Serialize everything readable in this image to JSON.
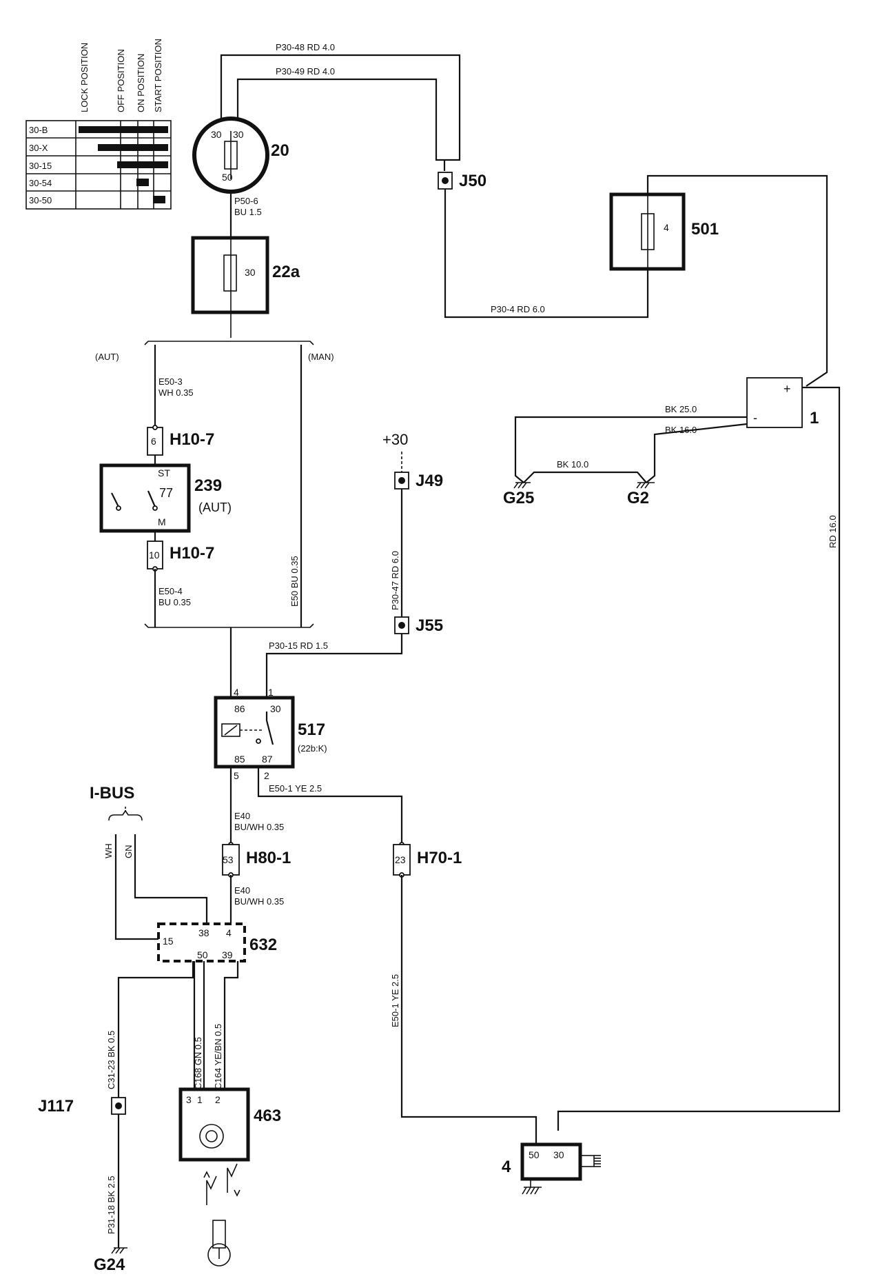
{
  "switch_table": {
    "headers": [
      "LOCK POSITION",
      "OFF POSITION",
      "ON POSITION",
      "START POSITION"
    ],
    "rows": [
      "30-B",
      "30-X",
      "30-15",
      "30-54",
      "30-50"
    ]
  },
  "components": {
    "c20": {
      "id": "20",
      "pins": [
        "30",
        "30",
        "50"
      ]
    },
    "c22a": {
      "id": "22a",
      "pin": "30"
    },
    "c501": {
      "id": "501",
      "pin": "4"
    },
    "c1": {
      "id": "1",
      "plus": "+",
      "minus": "-"
    },
    "c239": {
      "id": "239",
      "sub": "(AUT)",
      "pins": [
        "ST",
        "77",
        "M"
      ]
    },
    "c517": {
      "id": "517",
      "sub": "(22b:K)",
      "pins_in": [
        "86",
        "30",
        "85",
        "87"
      ],
      "pins_out": [
        "4",
        "1",
        "5",
        "2"
      ]
    },
    "c632": {
      "id": "632",
      "pins": [
        "15",
        "38",
        "4",
        "50",
        "39"
      ]
    },
    "c463": {
      "id": "463",
      "pins": [
        "3",
        "1",
        "2"
      ]
    },
    "c4": {
      "id": "4",
      "pins": [
        "50",
        "30"
      ]
    }
  },
  "connectors": {
    "h10_7a": {
      "id": "H10-7",
      "pin": "6"
    },
    "h10_7b": {
      "id": "H10-7",
      "pin": "10"
    },
    "h80_1": {
      "id": "H80-1",
      "pin": "53"
    },
    "h70_1": {
      "id": "H70-1",
      "pin": "23"
    }
  },
  "junctions": [
    "J50",
    "J49",
    "J55",
    "J117"
  ],
  "grounds": [
    "G25",
    "G2",
    "G24"
  ],
  "labels": {
    "aut": "(AUT)",
    "man": "(MAN)",
    "plus30": "+30",
    "ibus": "I-BUS"
  },
  "wires": {
    "p30_48": "P30-48   RD  4.0",
    "p30_49": "P30-49   RD  4.0",
    "p50_6a": "P50-6",
    "p50_6b": "BU  1.5",
    "p30_4": "P30-4   RD  6.0",
    "bk25": "BK  25.0",
    "bk16": "BK  16.0",
    "bk10": "BK  10.0",
    "rd16": "RD  16.0",
    "e50_3a": "E50-3",
    "e50_3b": "WH 0.35",
    "e50_4a": "E50-4",
    "e50_4b": "BU  0.35",
    "e50_man": "E50   BU  0.35",
    "p30_47": "P30-47    RD  6.0",
    "p30_15": "P30-15    RD  1.5",
    "e50_1": "E50-1    YE  2.5",
    "e40a_1": "E40",
    "e40a_2": "BU/WH 0.35",
    "e40b_1": "E40",
    "e40b_2": "BU/WH 0.35",
    "wh": "WH",
    "gn": "GN",
    "c31_23": "C31-23     BK  0.5",
    "p31_18": "P31-18     BK  2.5",
    "c168": "C168   GN  0.5",
    "c164": "C164   YE/BN  0.5",
    "e50_1v": "E50-1     YE  2.5"
  }
}
